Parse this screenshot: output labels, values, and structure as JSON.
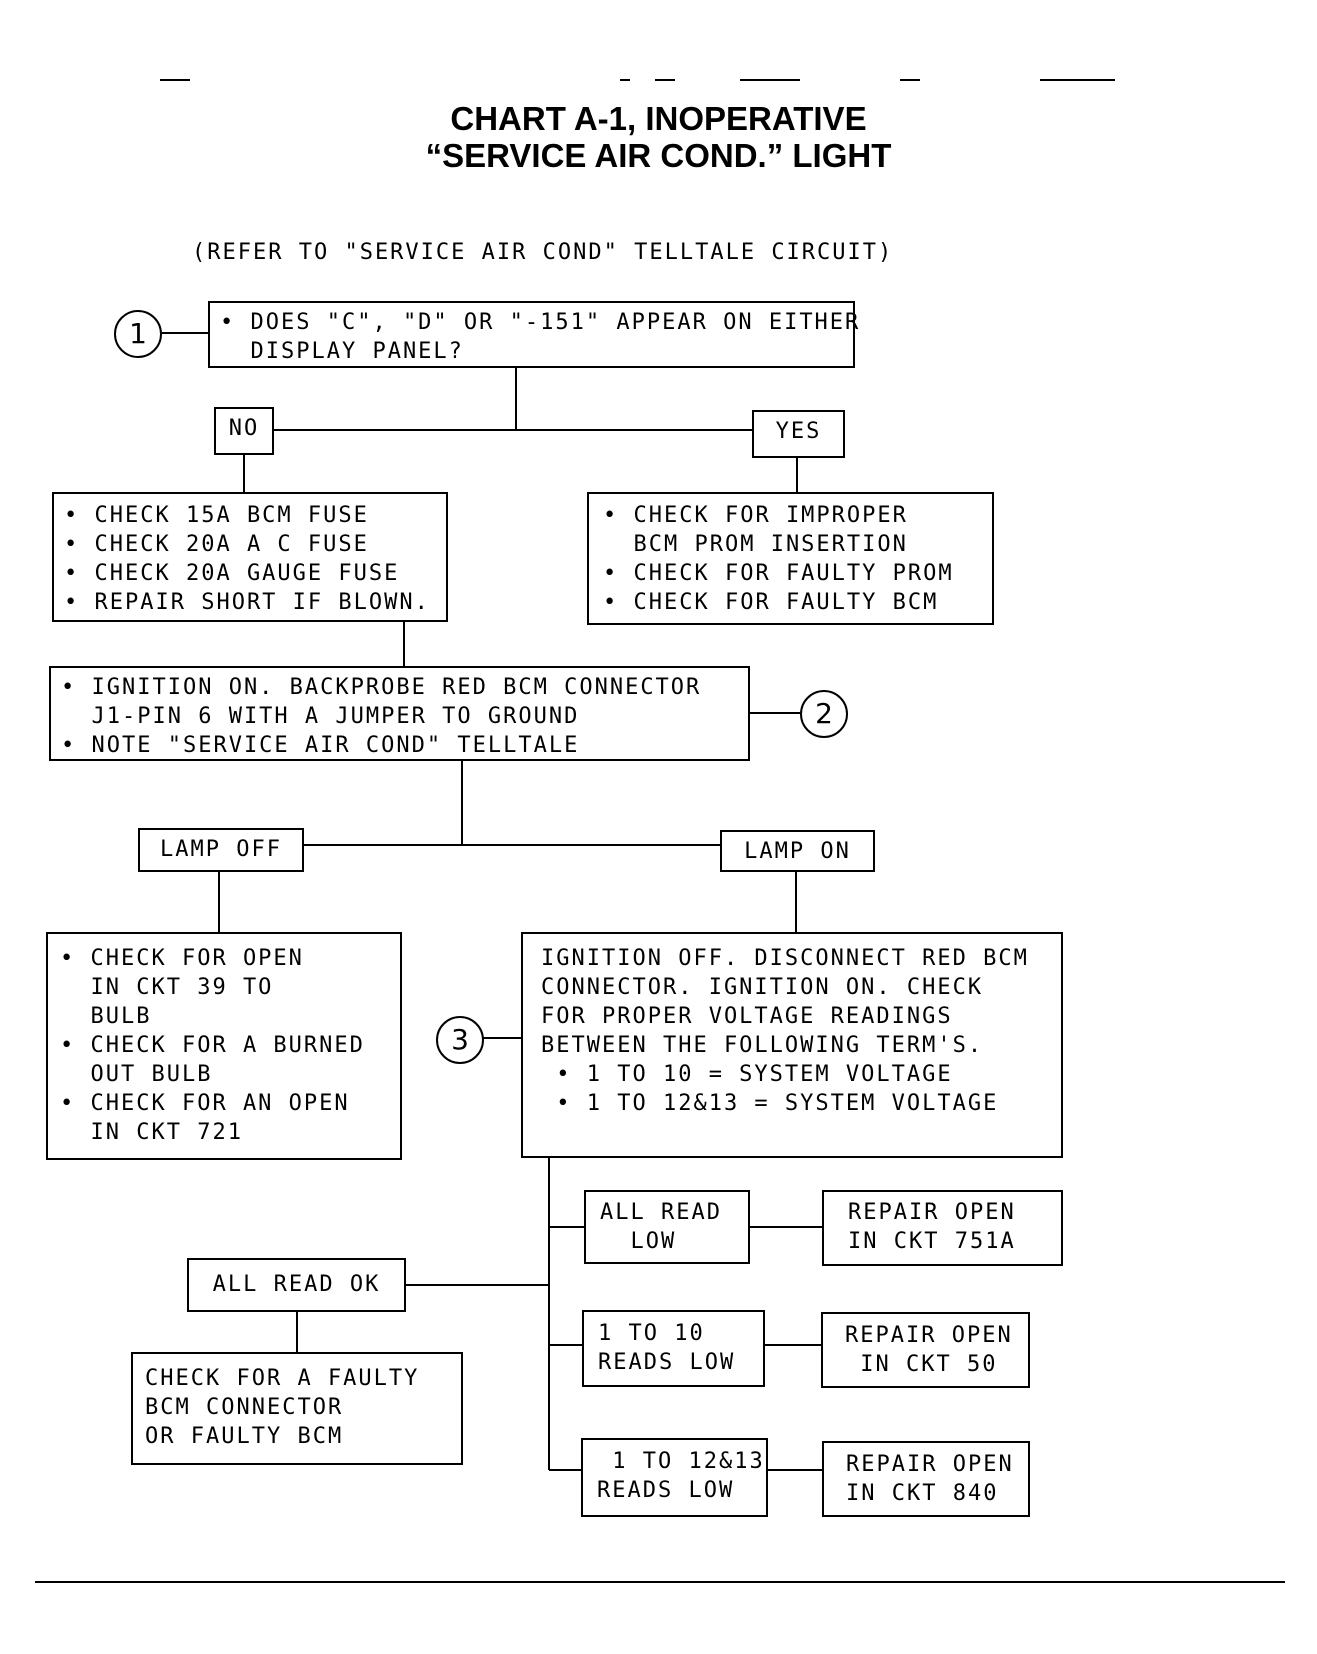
{
  "header": {
    "title_line1": "CHART A-1, INOPERATIVE",
    "title_line2": "“SERVICE AIR COND.” LIGHT",
    "reference_note": "(REFER TO \"SERVICE AIR COND\" TELLTALE CIRCUIT)"
  },
  "steps": {
    "step1": "1",
    "step2": "2",
    "step3": "3"
  },
  "boxes": {
    "q1": [
      "• DOES \"C\", \"D\" OR \"-151\" APPEAR ON EITHER",
      "  DISPLAY PANEL?"
    ],
    "no_label": "NO",
    "yes_label": "YES",
    "no_action": [
      "• CHECK 15A BCM FUSE",
      "• CHECK 20A A C FUSE",
      "• CHECK 20A GAUGE FUSE",
      "• REPAIR SHORT IF BLOWN."
    ],
    "yes_action": [
      "• CHECK FOR IMPROPER",
      "  BCM PROM INSERTION",
      "• CHECK FOR FAULTY PROM",
      "• CHECK FOR FAULTY BCM"
    ],
    "ignition_test": [
      "• IGNITION ON. BACKPROBE RED BCM CONNECTOR",
      "  J1-PIN 6 WITH A JUMPER TO GROUND",
      "• NOTE \"SERVICE AIR COND\" TELLTALE"
    ],
    "lamp_off": "LAMP OFF",
    "lamp_on": "LAMP ON",
    "lamp_off_action": [
      "• CHECK FOR OPEN",
      "  IN CKT 39 TO",
      "  BULB",
      "• CHECK FOR A BURNED",
      "  OUT BULB",
      "• CHECK FOR AN OPEN",
      "  IN CKT 721"
    ],
    "lamp_on_action": [
      "IGNITION OFF. DISCONNECT RED BCM",
      "CONNECTOR. IGNITION ON. CHECK",
      "FOR PROPER VOLTAGE READINGS",
      "BETWEEN THE FOLLOWING TERM'S.",
      " • 1 TO 10 = SYSTEM VOLTAGE",
      " • 1 TO 12&13 = SYSTEM VOLTAGE"
    ],
    "all_read_ok": "ALL READ OK",
    "all_read_ok_action": [
      "CHECK FOR A FAULTY",
      "BCM CONNECTOR",
      "OR FAULTY BCM"
    ],
    "all_read_low": [
      "ALL READ",
      "  LOW"
    ],
    "all_read_low_action": [
      "REPAIR OPEN",
      "IN CKT 751A"
    ],
    "r1_10_low": [
      "1 TO 10",
      "READS LOW"
    ],
    "r1_10_action": [
      "REPAIR OPEN",
      " IN CKT 50"
    ],
    "r1_1213_low": [
      " 1 TO 12&13",
      "READS LOW"
    ],
    "r1_1213_action": [
      "REPAIR OPEN",
      "IN CKT 840"
    ]
  }
}
